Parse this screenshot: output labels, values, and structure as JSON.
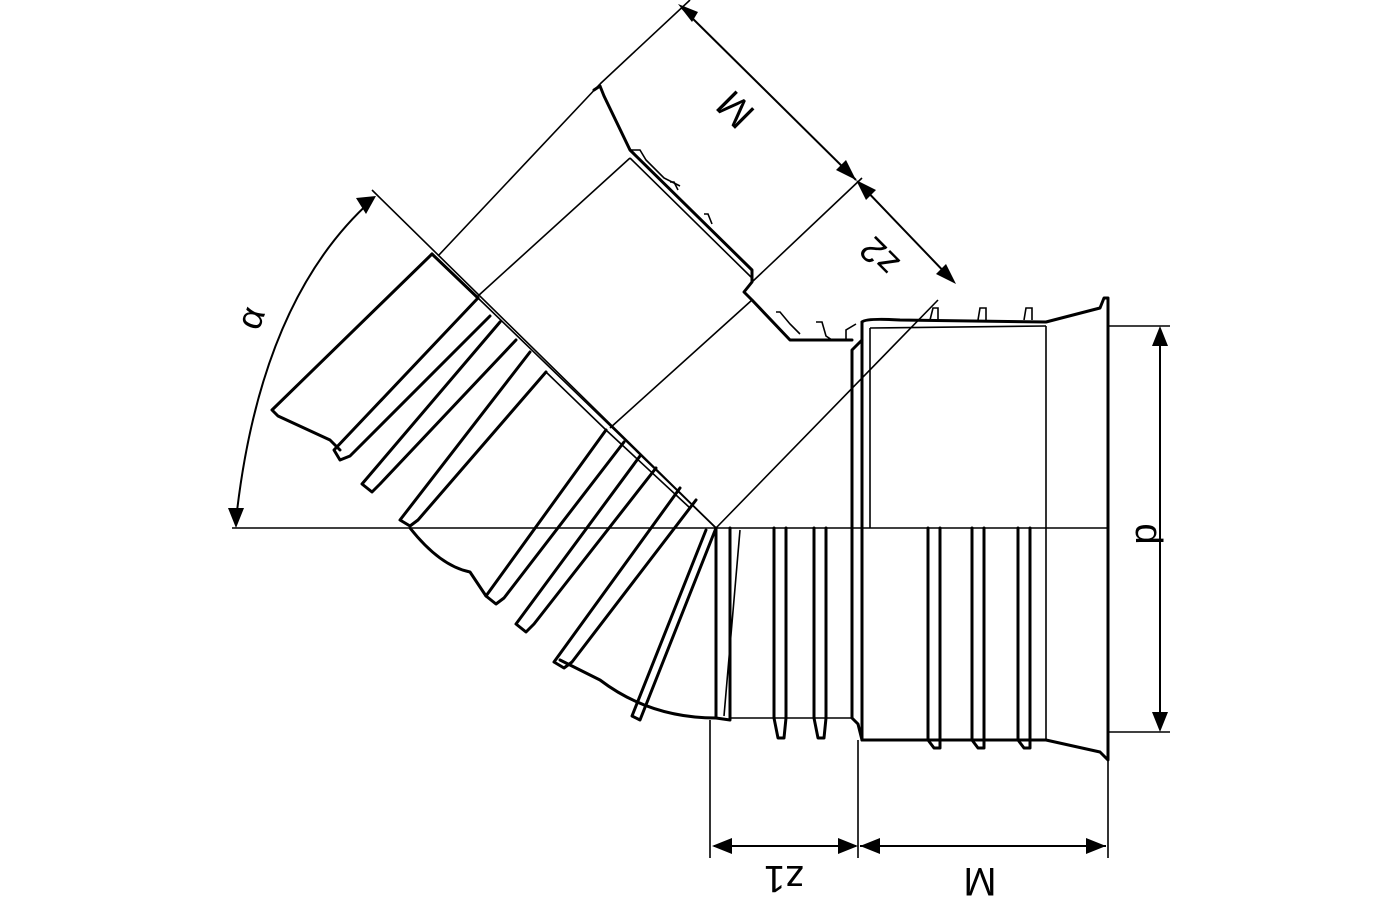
{
  "labels": {
    "M_bottom": "M",
    "z1": "z1",
    "d": "d",
    "z2": "z2",
    "M_top": "M",
    "alpha": "α"
  },
  "colors": {
    "line": "#000000",
    "background": "#ffffff"
  }
}
